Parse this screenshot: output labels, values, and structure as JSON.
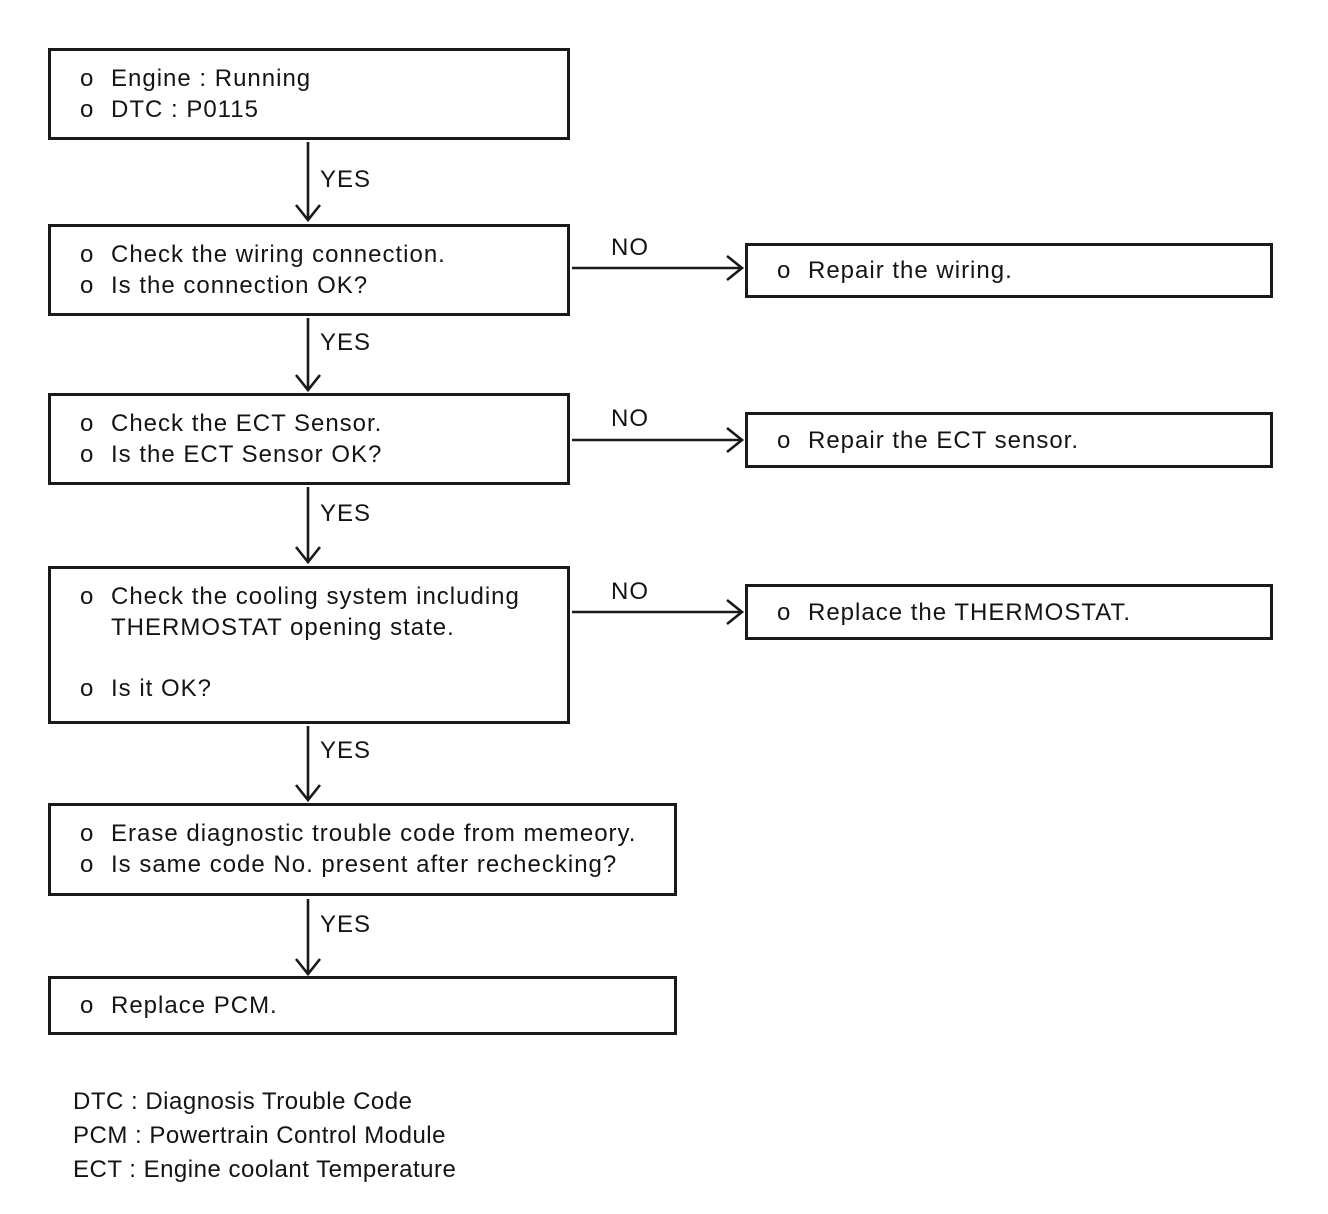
{
  "flow": {
    "bullet": "o",
    "yes_label": "YES",
    "no_label": "NO",
    "main_boxes": [
      {
        "lines": [
          "Engine : Running",
          "DTC : P0115"
        ]
      },
      {
        "lines": [
          "Check the wiring connection.",
          "Is the connection OK?"
        ]
      },
      {
        "lines": [
          "Check the ECT Sensor.",
          "Is the ECT Sensor OK?"
        ]
      },
      {
        "lines": [
          "Check the cooling system including THERMOSTAT opening state.",
          "Is it OK?"
        ]
      },
      {
        "lines": [
          "Erase diagnostic trouble code from memeory.",
          "Is same code No. present after rechecking?"
        ]
      },
      {
        "lines": [
          "Replace PCM."
        ]
      }
    ],
    "side_boxes": [
      {
        "lines": [
          "Repair the wiring."
        ]
      },
      {
        "lines": [
          "Repair the ECT sensor."
        ]
      },
      {
        "lines": [
          "Replace the THERMOSTAT."
        ]
      }
    ],
    "footnotes": [
      "DTC : Diagnosis Trouble Code",
      "PCM : Powertrain Control Module",
      "ECT : Engine coolant Temperature"
    ]
  },
  "colors": {
    "ink": "#1a1a1a",
    "background": "#ffffff"
  }
}
